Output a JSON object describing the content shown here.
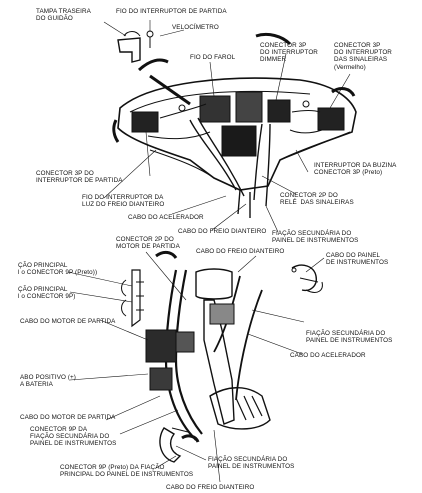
{
  "labels": {
    "tampa_traseira": "TAMPA TRASEIRA\nDO GUIDÃO",
    "fio_interruptor_partida": "FIO DO INTERRUPTOR DE PARTIDA",
    "velocimetro": "VELOCÍMETRO",
    "fio_farol": "FIO DO FAROL",
    "conector_3p_dimmer": "CONECTOR 3P\nDO INTERRUPTOR\nDIMMER",
    "conector_3p_sinaleiras": "CONECTOR 3P\nDO INTERRUPTOR\nDAS SINALEIRAS\n(Vermelho)",
    "conector_3p_partida": "CONECTOR 3P DO\nINTERRUPTOR DE PARTIDA",
    "interruptor_buzina": "INTERRUPTOR DA BUZINA\nCONECTOR 3P (Preto)",
    "fio_luz_freio": "FIO DO INTERRUPTOR DA\nLUZ DO FREIO DIANTEIRO",
    "conector_2p_rele": "CONECTOR 2P DO\nRELÉ  DAS SINALEIRAS",
    "cabo_acelerador_top": "CABO DO ACELERADOR",
    "cabo_freio_top": "CABO DO FREIO DIANTEIRO",
    "fiacao_secundaria_top": "FIAÇÃO SECUNDÁRIA DO\nPAINEL DE INSTRUMENTOS",
    "conector_2p_motor": "CONECTOR 2P DO\nMOTOR DE PARTIDA",
    "cabo_freio_mid": "CABO DO FREIO DIANTEIRO",
    "cabo_painel": "CABO DO PAINEL\nDE INSTRUMENTOS",
    "fiacao_principal_1": "ÇÃO PRINCIPAL\nl o CONECTOR 9P (Preto))",
    "fiacao_principal_2": "ÇÃO PRINCIPAL\nl o CONECTOR 9P)",
    "cabo_motor_partida_1": "CABO DO MOTOR DE PARTIDA",
    "fiacao_secundaria_mid": "FIAÇÃO SECUNDÁRIA DO\nPAINEL DE INSTRUMENTOS",
    "cabo_acelerador_mid": "CABO DO ACELERADOR",
    "cabo_positivo": "ABO POSITIVO (+)\nA BATERIA",
    "cabo_motor_partida_2": "CABO DO MOTOR DE PARTIDA",
    "conector_9p_da": "CONECTOR 9P DA\nFIAÇÃO SECUNDÁRIA DO\nPAINEL DE INSTRUMENTOS",
    "fiacao_secundaria_bottom": "FIAÇÃO SECUNDÁRIA DO\nPAINEL DE INSTRUMENTOS",
    "conector_9p_preto": "CONECTOR 9P (Preto) DA FIAÇÃO\nPRINCIPAL DO PAINEL DE INSTRUMENTOS",
    "cabo_freio_bottom": "CABO DO FREIO DIANTEIRO"
  },
  "colors": {
    "ink": "#111111",
    "paper": "#ffffff",
    "shade": "#555555"
  }
}
